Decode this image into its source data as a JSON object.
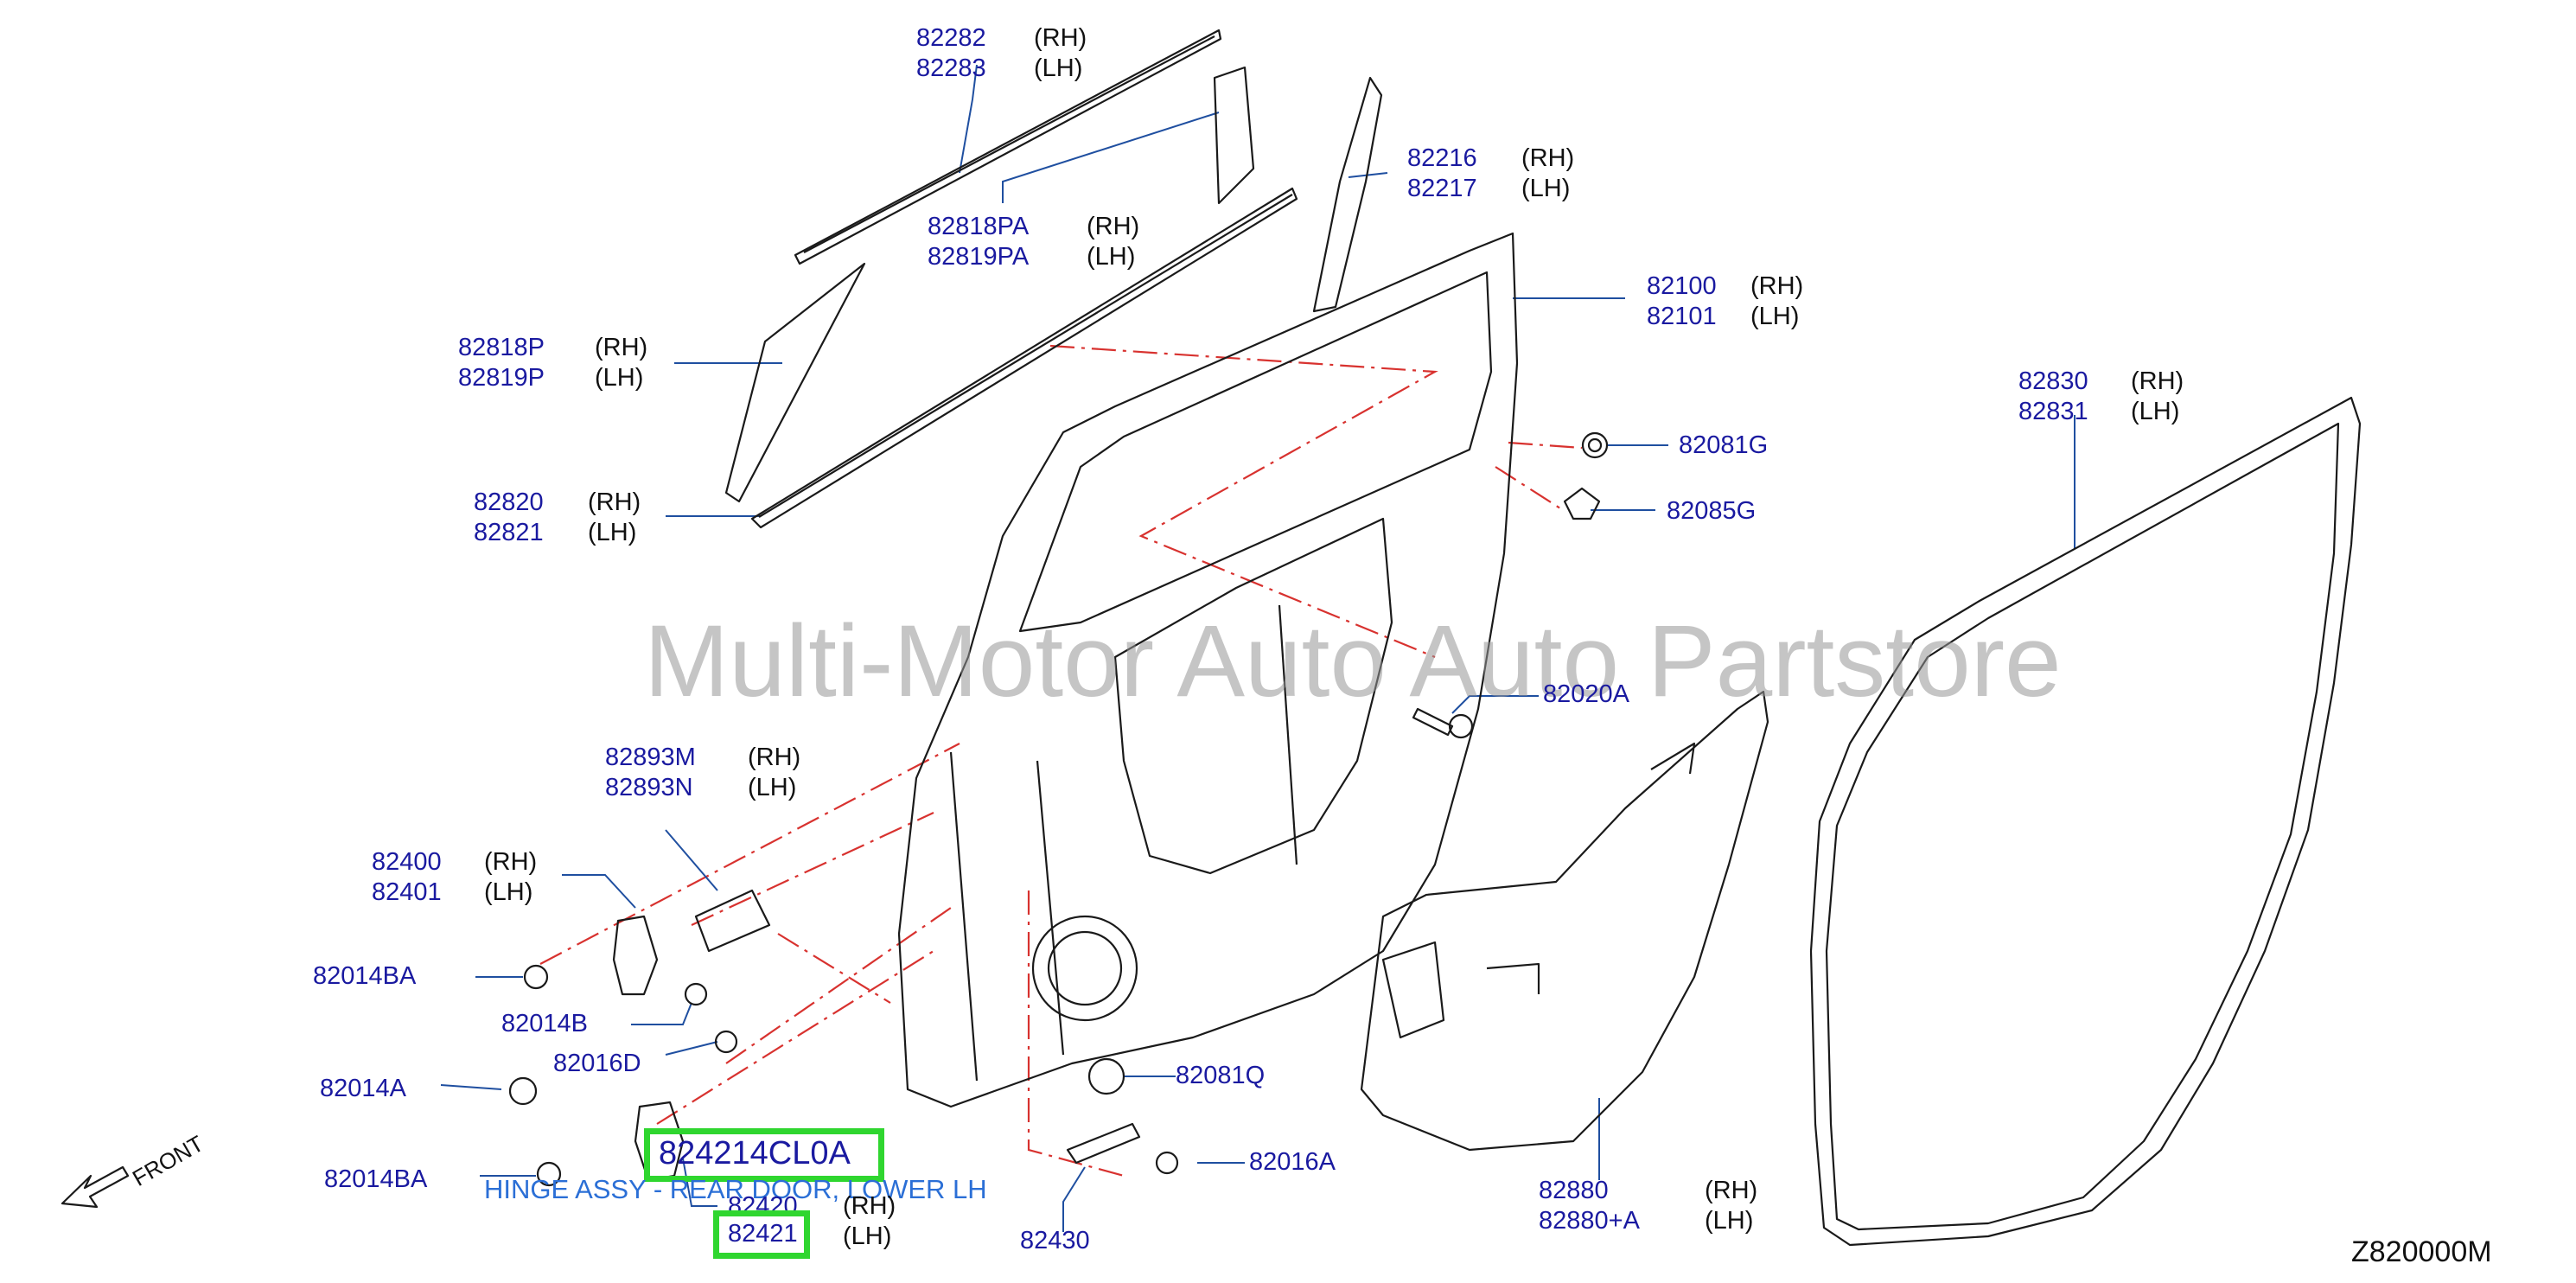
{
  "diagram": {
    "watermark": "Multi-Motor Auto Auto Partstore",
    "diagram_code": "Z820000M",
    "front_label": "FRONT",
    "highlight": {
      "part_number": "824214CL0A",
      "description": "HINGE ASSY - REAR DOOR, LOWER LH",
      "callout": "82421"
    },
    "labels": [
      {
        "id": "l1",
        "text": "82282",
        "side": "(RH)"
      },
      {
        "id": "l2",
        "text": "82283",
        "side": "(LH)"
      },
      {
        "id": "l3",
        "text": "82818PA",
        "side": "(RH)"
      },
      {
        "id": "l4",
        "text": "82819PA",
        "side": "(LH)"
      },
      {
        "id": "l5",
        "text": "82216",
        "side": "(RH)"
      },
      {
        "id": "l6",
        "text": "82217",
        "side": "(LH)"
      },
      {
        "id": "l7",
        "text": "82100",
        "side": "(RH)"
      },
      {
        "id": "l8",
        "text": "82101",
        "side": "(LH)"
      },
      {
        "id": "l9",
        "text": "82818P",
        "side": "(RH)"
      },
      {
        "id": "l10",
        "text": "82819P",
        "side": "(LH)"
      },
      {
        "id": "l11",
        "text": "82830",
        "side": "(RH)"
      },
      {
        "id": "l12",
        "text": "82831",
        "side": "(LH)"
      },
      {
        "id": "l13",
        "text": "82081G",
        "side": ""
      },
      {
        "id": "l14",
        "text": "82820",
        "side": "(RH)"
      },
      {
        "id": "l15",
        "text": "82821",
        "side": "(LH)"
      },
      {
        "id": "l16",
        "text": "82085G",
        "side": ""
      },
      {
        "id": "l17",
        "text": "82020A",
        "side": ""
      },
      {
        "id": "l18",
        "text": "82893M",
        "side": "(RH)"
      },
      {
        "id": "l19",
        "text": "82893N",
        "side": "(LH)"
      },
      {
        "id": "l20",
        "text": "82400",
        "side": "(RH)"
      },
      {
        "id": "l21",
        "text": "82401",
        "side": "(LH)"
      },
      {
        "id": "l22",
        "text": "82014BA",
        "side": ""
      },
      {
        "id": "l23",
        "text": "82014B",
        "side": ""
      },
      {
        "id": "l24",
        "text": "82016D",
        "side": ""
      },
      {
        "id": "l25",
        "text": "82014A",
        "side": ""
      },
      {
        "id": "l26",
        "text": "82081Q",
        "side": ""
      },
      {
        "id": "l27",
        "text": "82016A",
        "side": ""
      },
      {
        "id": "l28",
        "text": "82014BA",
        "side": ""
      },
      {
        "id": "l29",
        "text": "82420",
        "side": "(RH)"
      },
      {
        "id": "l30",
        "text": "",
        "side": "(LH)"
      },
      {
        "id": "l31",
        "text": "82430",
        "side": ""
      },
      {
        "id": "l32",
        "text": "82880",
        "side": "(RH)"
      },
      {
        "id": "l33",
        "text": "82880+A",
        "side": "(LH)"
      }
    ]
  },
  "colors": {
    "label": "#1a1aa0",
    "highlight_border": "#2fd62f",
    "description": "#2b6fd6",
    "leader_line": "#1f4fa0",
    "dash_line": "#d8322f",
    "part_stroke": "#1a1a1a"
  }
}
